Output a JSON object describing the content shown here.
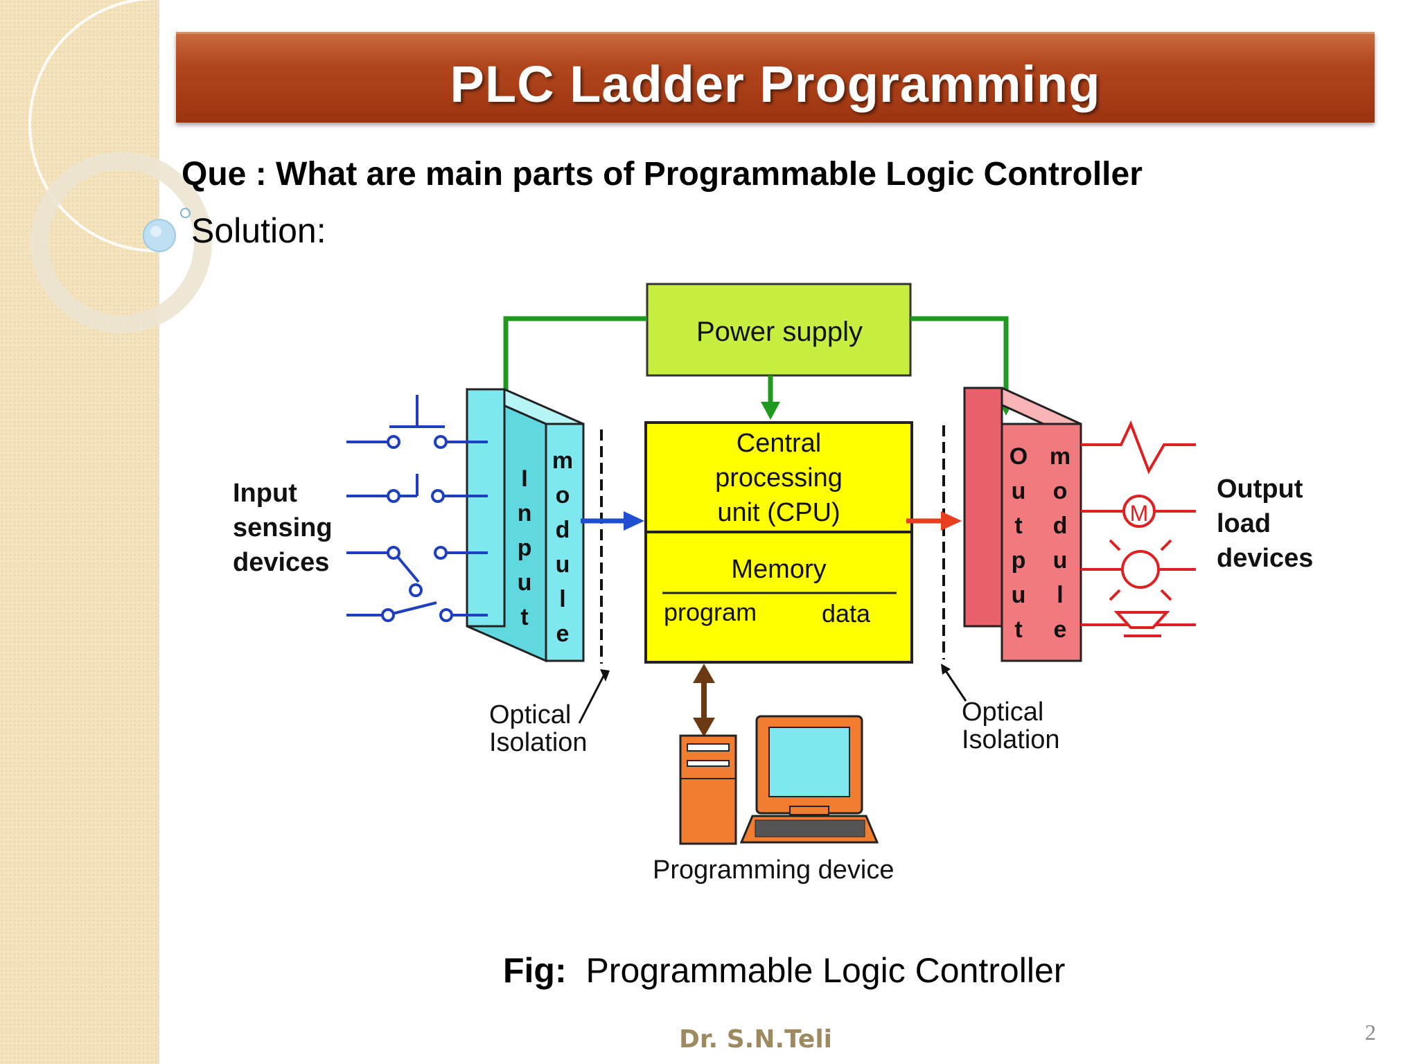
{
  "slide": {
    "title": "PLC Ladder Programming",
    "question": "Que : What are main parts of Programmable Logic Controller",
    "solution_label": "Solution:",
    "caption_prefix": "Fig:",
    "caption_text": "Programmable Logic Controller",
    "author": "Dr.  S.N.Teli",
    "page_number": "2"
  },
  "diagram": {
    "power_supply": "Power supply",
    "cpu_line1": "Central",
    "cpu_line2": "processing",
    "cpu_line3": "unit (CPU)",
    "memory": "Memory",
    "memory_program": "program",
    "memory_data": "data",
    "input_module_word1": "Input",
    "input_module_word2": "module",
    "output_module_word1": "Output",
    "output_module_word2": "module",
    "input_devices_line1": "Input",
    "input_devices_line2": "sensing",
    "input_devices_line3": "devices",
    "output_devices_line1": "Output",
    "output_devices_line2": "load",
    "output_devices_line3": "devices",
    "optical_left_line1": "Optical",
    "optical_left_line2": "Isolation",
    "optical_right_line1": "Optical",
    "optical_right_line2": "Isolation",
    "programming_device": "Programming device",
    "motor_symbol": "M"
  },
  "colors": {
    "title_bar": "#b2461d",
    "power_supply": "#c6ef3f",
    "cpu": "#ffff00",
    "input_module": "#7fe8ee",
    "output_module": "#f07a7e",
    "input_wires": "#1f3fbf",
    "output_wires": "#e02020",
    "power_arrows": "#1f9a1f",
    "computer": "#f07d30"
  }
}
